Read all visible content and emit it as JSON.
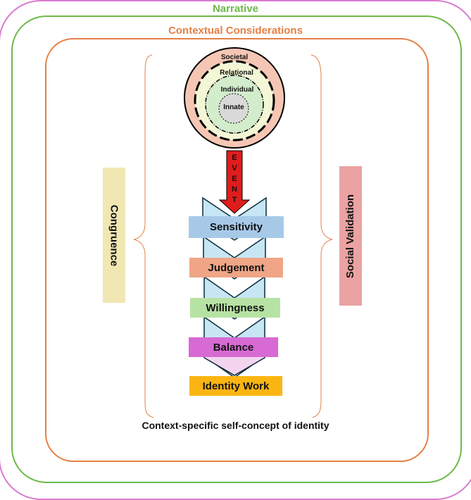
{
  "frames": {
    "narrative": "Narrative",
    "contextual": "Contextual Considerations"
  },
  "rings": {
    "societal": "Societal",
    "relational": "Relational",
    "individual": "Individual",
    "innate": "Innate"
  },
  "event_letters": [
    "E",
    "V",
    "E",
    "N",
    "T"
  ],
  "side_bars": {
    "left": "Congruence",
    "right": "Social Validation"
  },
  "stages": [
    "Sensitivity",
    "Judgement",
    "Willingness",
    "Balance",
    "Identity Work"
  ],
  "caption": "Context-specific self-concept of identity",
  "colors": {
    "narrative": "#d97bd0",
    "context_frame": "#6db94a",
    "inner_frame": "#e57f45",
    "societal_ring": "#f6c6b4",
    "relational_ring": "#f4f7d6",
    "individual_ring": "#d3edcc",
    "innate_core": "#d9d9d9",
    "event_arrow": "#e11c1c",
    "chevron": "#c7e6f4",
    "congruence": "#f1e7b3",
    "social_validation": "#eba2a2"
  }
}
